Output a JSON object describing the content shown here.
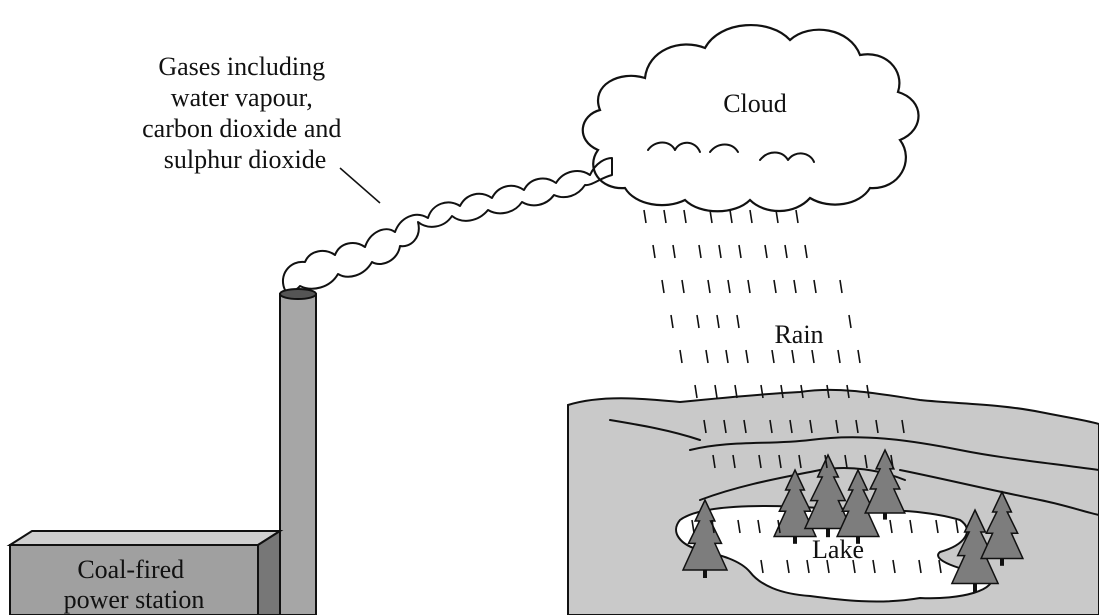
{
  "labels": {
    "gases": [
      "Gases including",
      "water vapour,",
      "carbon dioxide and",
      "sulphur dioxide"
    ],
    "cloud": "Cloud",
    "rain": "Rain",
    "lake": "Lake",
    "station": [
      "Coal-fired",
      "power station"
    ]
  },
  "colors": {
    "ink": "#111111",
    "chimney": "#a6a6a6",
    "building_front": "#a0a0a0",
    "building_top": "#cfcfcf",
    "hills": "#c9c9c9",
    "lake": "#ffffff",
    "trees": "#7d7d7d"
  }
}
